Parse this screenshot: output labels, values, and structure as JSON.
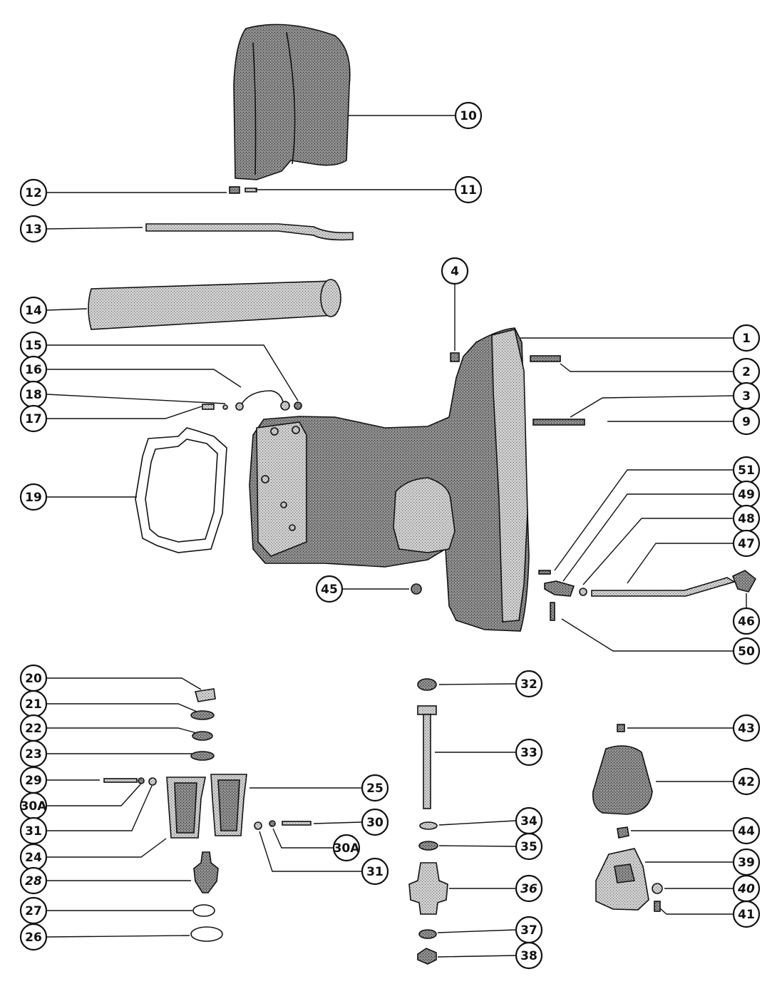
{
  "callouts": [
    {
      "label": "10"
    },
    {
      "label": "12"
    },
    {
      "label": "11"
    },
    {
      "label": "13"
    },
    {
      "label": "4"
    },
    {
      "label": "14"
    },
    {
      "label": "1"
    },
    {
      "label": "15"
    },
    {
      "label": "16"
    },
    {
      "label": "2"
    },
    {
      "label": "18"
    },
    {
      "label": "3"
    },
    {
      "label": "17"
    },
    {
      "label": "9"
    },
    {
      "label": "51"
    },
    {
      "label": "19"
    },
    {
      "label": "49"
    },
    {
      "label": "48"
    },
    {
      "label": "47"
    },
    {
      "label": "45"
    },
    {
      "label": "46"
    },
    {
      "label": "50"
    },
    {
      "label": "20"
    },
    {
      "label": "32"
    },
    {
      "label": "21"
    },
    {
      "label": "22"
    },
    {
      "label": "43"
    },
    {
      "label": "23"
    },
    {
      "label": "33"
    },
    {
      "label": "29"
    },
    {
      "label": "42"
    },
    {
      "label": "25"
    },
    {
      "label": "30A"
    },
    {
      "label": "34"
    },
    {
      "label": "31"
    },
    {
      "label": "30"
    },
    {
      "label": "44"
    },
    {
      "label": "35"
    },
    {
      "label": "30A"
    },
    {
      "label": "24"
    },
    {
      "label": "39"
    },
    {
      "label": "31"
    },
    {
      "label": "28",
      "italic": true
    },
    {
      "label": "36",
      "italic": true
    },
    {
      "label": "40",
      "italic": true
    },
    {
      "label": "41"
    },
    {
      "label": "27"
    },
    {
      "label": "26"
    },
    {
      "label": "37"
    },
    {
      "label": "38"
    }
  ]
}
